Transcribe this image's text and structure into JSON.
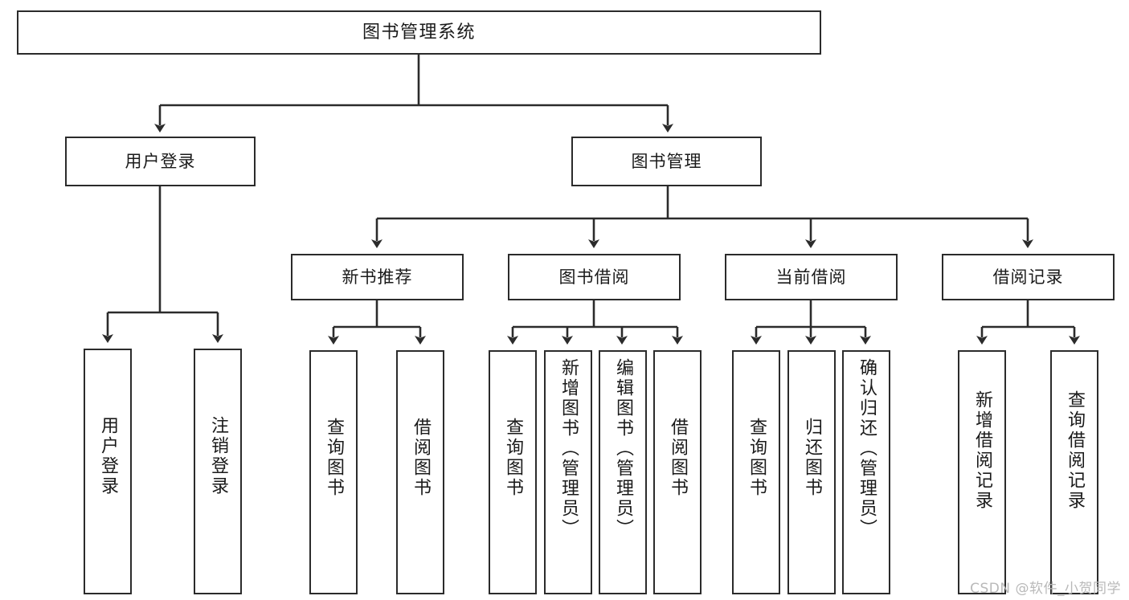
{
  "diagram": {
    "title": "图书管理系统",
    "type": "tree-hierarchy-chart",
    "orientation": "top-down",
    "colors": {
      "box_border": "#2b2b2b",
      "box_fill": "#ffffff",
      "connector": "#2b2b2b",
      "background": "#ffffff",
      "watermark": "#b9b9b9"
    }
  },
  "nodes": {
    "root": {
      "label": "图书管理系统",
      "level": 1
    },
    "level2": [
      {
        "id": "user-login",
        "label": "用户登录",
        "level": 2
      },
      {
        "id": "book-manage",
        "label": "图书管理",
        "level": 2
      }
    ],
    "level3": [
      {
        "id": "new-book-recommend",
        "label": "新书推荐",
        "level": 3,
        "parent": "book-manage"
      },
      {
        "id": "book-borrow",
        "label": "图书借阅",
        "level": 3,
        "parent": "book-manage"
      },
      {
        "id": "current-borrow",
        "label": "当前借阅",
        "level": 3,
        "parent": "book-manage"
      },
      {
        "id": "borrow-record",
        "label": "借阅记录",
        "level": 3,
        "parent": "book-manage"
      }
    ],
    "leaves": [
      {
        "id": "leaf-user-login",
        "label": "用户登录",
        "parent": "user-login"
      },
      {
        "id": "leaf-logout",
        "label": "注销登录",
        "parent": "user-login"
      },
      {
        "id": "leaf-query-book-1",
        "label": "查询图书",
        "parent": "new-book-recommend"
      },
      {
        "id": "leaf-borrow-book-1",
        "label": "借阅图书",
        "parent": "new-book-recommend"
      },
      {
        "id": "leaf-query-book-2",
        "label": "查询图书",
        "parent": "book-borrow"
      },
      {
        "id": "leaf-add-book",
        "label": "新增图书（管理员）",
        "parent": "book-borrow"
      },
      {
        "id": "leaf-edit-book",
        "label": "编辑图书（管理员）",
        "parent": "book-borrow"
      },
      {
        "id": "leaf-borrow-book-2",
        "label": "借阅图书",
        "parent": "book-borrow"
      },
      {
        "id": "leaf-query-book-3",
        "label": "查询图书",
        "parent": "current-borrow"
      },
      {
        "id": "leaf-return-book",
        "label": "归还图书",
        "parent": "current-borrow"
      },
      {
        "id": "leaf-confirm-return",
        "label": "确认归还（管理员）",
        "parent": "current-borrow"
      },
      {
        "id": "leaf-add-record",
        "label": "新增借阅记录",
        "parent": "borrow-record"
      },
      {
        "id": "leaf-query-record",
        "label": "查询借阅记录",
        "parent": "borrow-record"
      }
    ]
  },
  "watermark": {
    "text": "CSDN @软件_小贺同学"
  }
}
